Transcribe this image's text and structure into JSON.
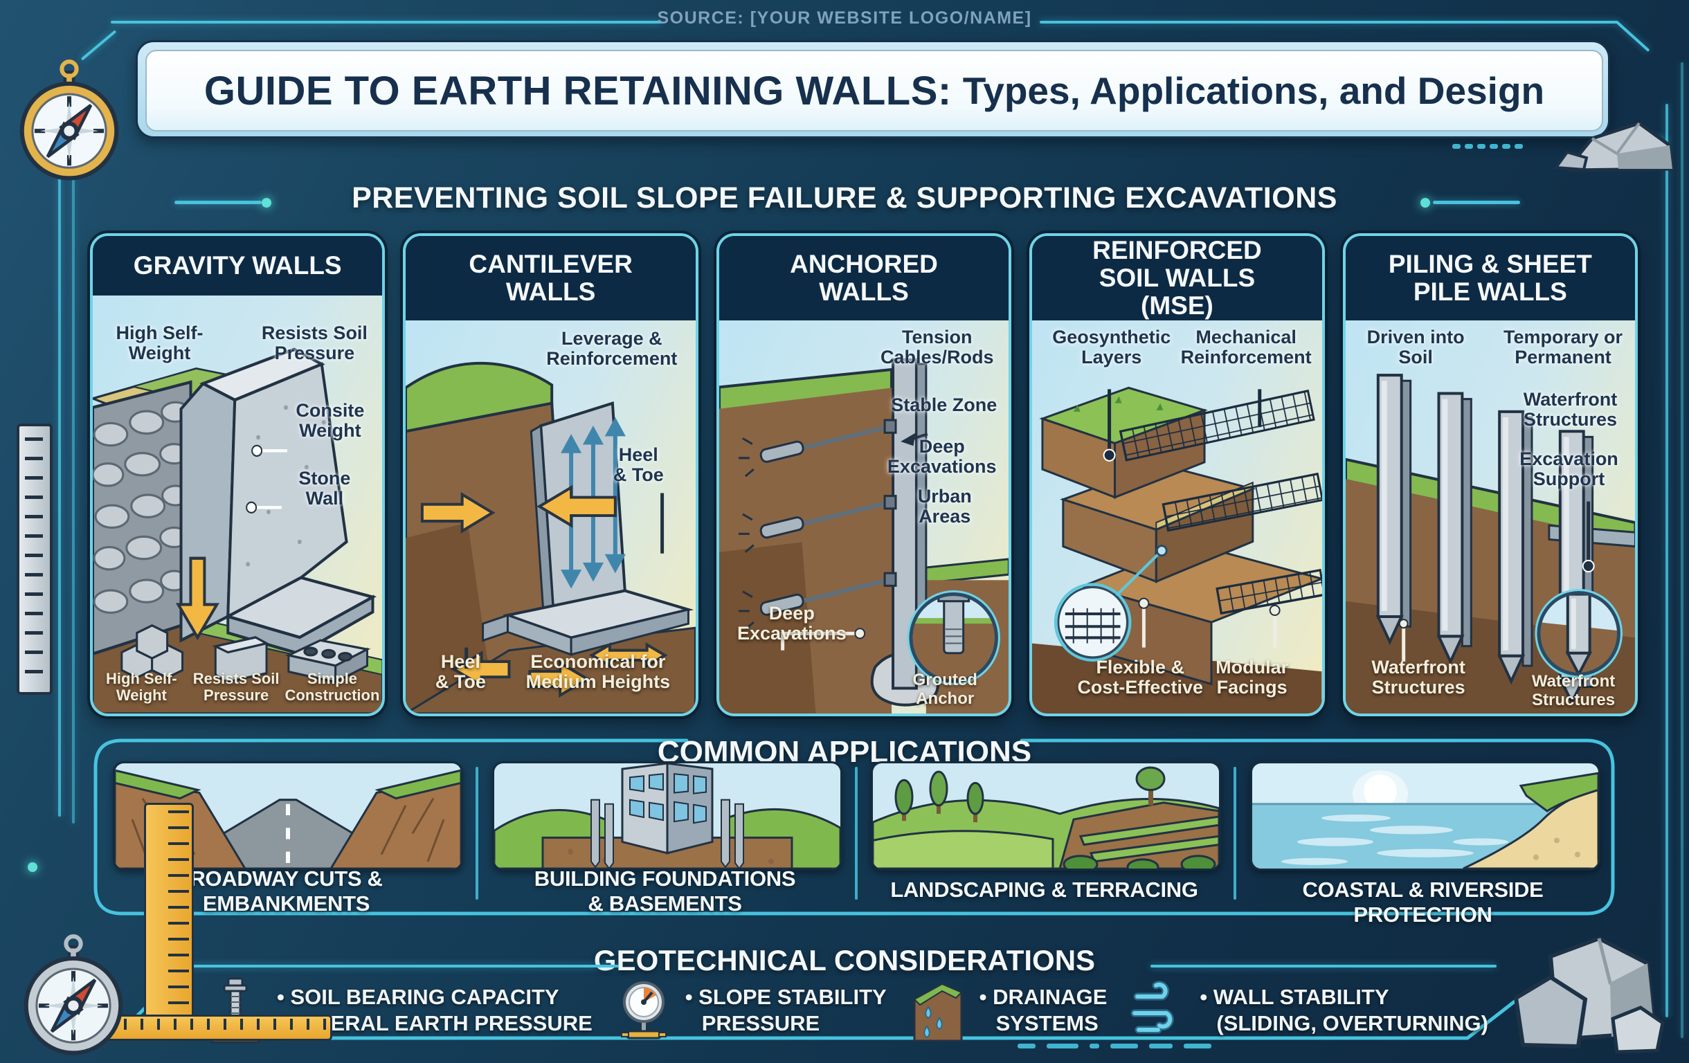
{
  "header": {
    "source": "SOURCE: [YOUR WEBSITE LOGO/NAME]",
    "title_main": "GUIDE TO EARTH RETAINING WALLS:",
    "title_sub": "Types, Applications, and Design"
  },
  "subtitle": "PREVENTING SOIL SLOPE FAILURE & SUPPORTING EXCAVATIONS",
  "panels": [
    {
      "title": "GRAVITY WALLS",
      "labels": [
        {
          "lines": [
            "High Self-",
            "Weight"
          ]
        },
        {
          "lines": [
            "Resists Soil",
            "Pressure"
          ]
        },
        {
          "lines": [
            "Consite",
            "Weight"
          ]
        },
        {
          "lines": [
            "Stone",
            "Wall"
          ]
        }
      ],
      "captions": [
        {
          "lines": [
            "High Self-",
            "Weight"
          ]
        },
        {
          "lines": [
            "Resists Soil",
            "Pressure"
          ]
        },
        {
          "lines": [
            "Simple",
            "Construction"
          ]
        }
      ]
    },
    {
      "title": "CANTILEVER WALLS",
      "labels": [
        {
          "lines": [
            "Leverage &",
            "Reinforcement"
          ]
        },
        {
          "lines": [
            "Heel",
            "& Toe"
          ]
        }
      ],
      "captions": [
        {
          "lines": [
            "Heel",
            "& Toe"
          ]
        },
        {
          "lines": [
            "Economical for",
            "Medium Heights"
          ]
        }
      ]
    },
    {
      "title": "ANCHORED WALLS",
      "labels": [
        {
          "lines": [
            "Tension",
            "Cables/Rods"
          ]
        },
        {
          "lines": [
            "Stable Zone"
          ]
        },
        {
          "lines": [
            "Deep",
            "Excavations"
          ]
        },
        {
          "lines": [
            "Urban",
            "Areas"
          ]
        }
      ],
      "captions": [
        {
          "lines": [
            "Deep",
            "Excavations"
          ]
        },
        {
          "lines": [
            "Grouted",
            "Anchor"
          ]
        }
      ]
    },
    {
      "title": "REINFORCED SOIL WALLS (MSE)",
      "labels": [
        {
          "lines": [
            "Geosynthetic",
            "Layers"
          ]
        },
        {
          "lines": [
            "Mechanical",
            "Reinforcement"
          ]
        }
      ],
      "captions": [
        {
          "lines": [
            "Flexible &",
            "Cost-Effective"
          ]
        },
        {
          "lines": [
            "Modular",
            "Facings"
          ]
        }
      ]
    },
    {
      "title": "PILING & SHEET PILE WALLS",
      "labels": [
        {
          "lines": [
            "Driven into",
            "Soil"
          ]
        },
        {
          "lines": [
            "Temporary or",
            "Permanent"
          ]
        },
        {
          "lines": [
            "Waterfront",
            "Structures"
          ]
        },
        {
          "lines": [
            "Excavation",
            "Support"
          ]
        }
      ],
      "captions": [
        {
          "lines": [
            "Waterfront",
            "Structures"
          ]
        },
        {
          "lines": [
            "Waterfront",
            "Structures"
          ]
        }
      ]
    }
  ],
  "applications": {
    "title": "COMMON APPLICATIONS",
    "items": [
      {
        "caption_lines": [
          "ROADWAY CUTS &",
          "EMBANKMENTS"
        ]
      },
      {
        "caption_lines": [
          "BUILDING FOUNDATIONS",
          "& BASEMENTS"
        ]
      },
      {
        "caption_lines": [
          "LANDSCAPING & TERRACING"
        ]
      },
      {
        "caption_lines": [
          "COASTAL & RIVERSIDE PROTECTION"
        ]
      }
    ]
  },
  "geotech": {
    "title": "GEOTECHNICAL CONSIDERATIONS",
    "items": [
      {
        "icon": "soil-bolt-icon",
        "lines": [
          "• SOIL BEARING CAPACITY",
          "• LATERAL EARTH PRESSURE"
        ]
      },
      {
        "icon": "pressure-gauge-icon",
        "lines": [
          "• SLOPE STABILITY",
          "PRESSURE"
        ]
      },
      {
        "icon": "drainage-slope-icon",
        "lines": [
          "• DRAINAGE",
          "SYSTEMS"
        ]
      },
      {
        "icon": "wind-flow-icon",
        "lines": [
          "• WALL STABILITY",
          "(SLIDING, OVERTURNING)"
        ]
      }
    ]
  },
  "colors": {
    "accent_teal": "#47c3de",
    "panel_border": "#6fd4e8",
    "panel_header_bg": "#0d2a44",
    "background": "#143a54",
    "label_dark": "#1e3550",
    "caption_cream": "#f4eedb",
    "arrow_yellow": "#f3b844",
    "soil_brown": "#8a6342",
    "grass_green": "#84ba50"
  }
}
